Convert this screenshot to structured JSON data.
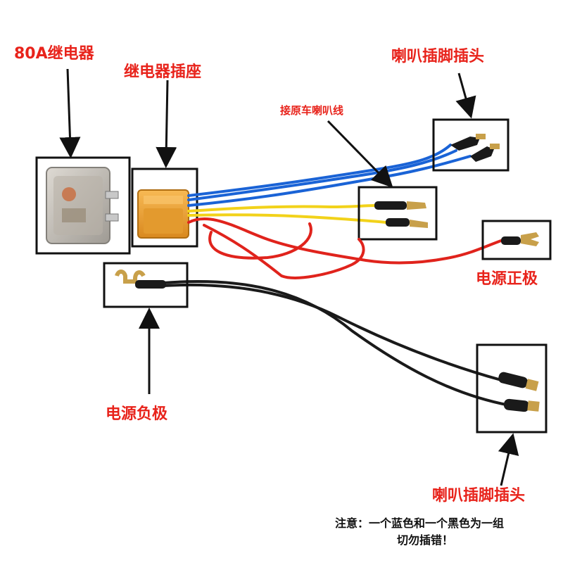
{
  "labels": {
    "relay_80a": "80A继电器",
    "relay_socket": "继电器插座",
    "horn_plug_top": "喇叭插脚插头",
    "connect_original_horn_wire": "接原车喇叭线",
    "power_positive": "电源正极",
    "power_negative": "电源负极",
    "horn_plug_bottom": "喇叭插脚插头"
  },
  "note": {
    "line1": "注意：一个蓝色和一个黑色为一组",
    "line2": "切勿插错！"
  },
  "colors": {
    "label_red": "#e8231b",
    "wire_blue": "#1a63d6",
    "wire_yellow": "#f2d21a",
    "wire_red": "#e0231c",
    "wire_black": "#1a1a1a",
    "socket_orange": "#f0a43a"
  }
}
